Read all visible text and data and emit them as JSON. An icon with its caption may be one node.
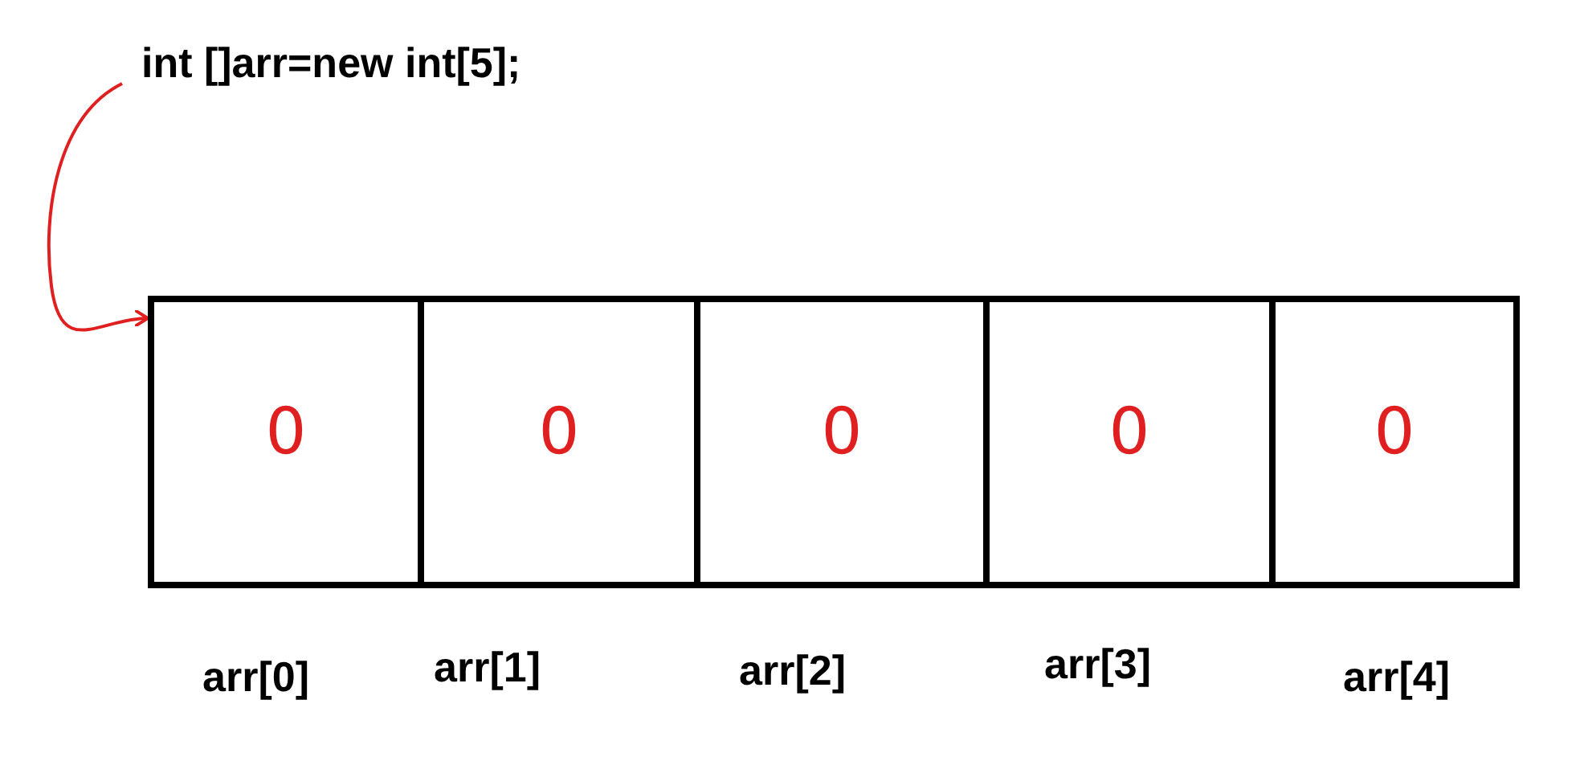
{
  "diagram": {
    "nodes": [
      {
        "text": [
          "int []arr=new int[5];"
        ]
      },
      {
        "text": [],
        "shape": "box"
      },
      {
        "text": [
          "0"
        ],
        "in": 1
      },
      {
        "text": [
          "0"
        ],
        "in": 1
      },
      {
        "text": [
          "0"
        ],
        "in": 1
      },
      {
        "text": [
          "0"
        ],
        "in": 1
      },
      {
        "text": [
          "0"
        ],
        "in": 1
      }
    ],
    "edges": [
      {
        "from": 0,
        "to": 1,
        "arrow": "to",
        "color": "#e02020"
      }
    ],
    "labels": [
      "arr[0]",
      "arr[1]",
      "arr[2]",
      "arr[3]",
      "arr[4]"
    ]
  }
}
